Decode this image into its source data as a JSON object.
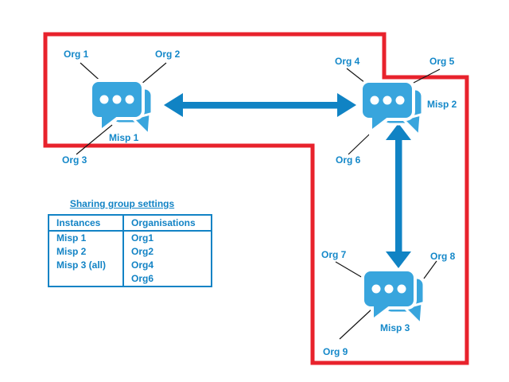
{
  "colors": {
    "red_border": "#e8222c",
    "arrow_blue": "#1083c4",
    "icon_blue": "#38a5dd",
    "text_blue": "#1488c9",
    "table_blue": "#1283c5",
    "leader_line": "#151515",
    "background": "#ffffff"
  },
  "labels": {
    "org1": "Org 1",
    "org2": "Org 2",
    "org3": "Org 3",
    "org4": "Org 4",
    "org5": "Org 5",
    "org6": "Org 6",
    "org7": "Org 7",
    "org8": "Org 8",
    "org9": "Org 9",
    "misp1": "Misp 1",
    "misp2": "Misp 2",
    "misp3": "Misp 3"
  },
  "icons": {
    "misp_node": "chat-bubbles-icon"
  },
  "sharing_group": {
    "title": "Sharing group settings",
    "headers": {
      "instances": "Instances",
      "organisations": "Organisations"
    },
    "rows": [
      {
        "instance": "Misp 1",
        "organisation": "Org1"
      },
      {
        "instance": "Misp 2",
        "organisation": "Org2"
      },
      {
        "instance": "Misp 3 (all)",
        "organisation": "Org4"
      },
      {
        "instance": "",
        "organisation": "Org6"
      }
    ]
  }
}
